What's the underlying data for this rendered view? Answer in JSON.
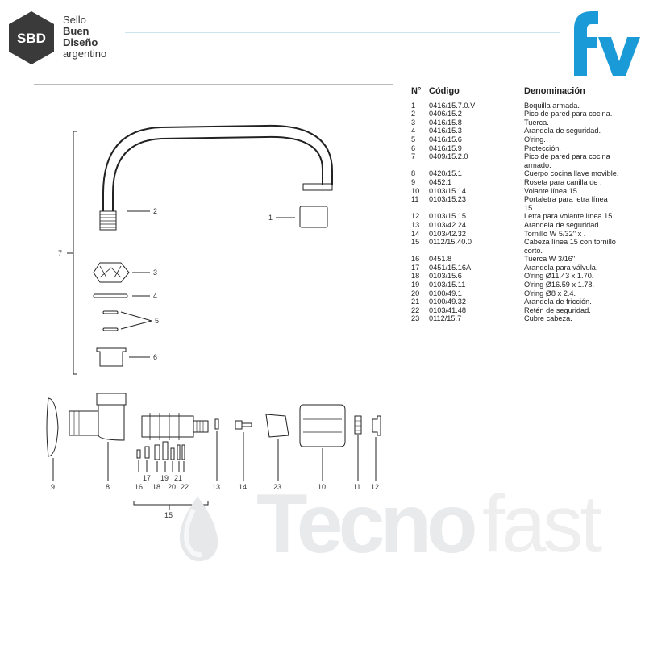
{
  "header": {
    "badge_text": "SBD",
    "sello_lines": [
      "Sello",
      "Buen",
      "Diseño",
      "argentino"
    ],
    "brand_logo": "fv"
  },
  "table": {
    "headers": [
      "N°",
      "Código",
      "Denominación"
    ],
    "rows": [
      [
        "1",
        "0416/15.7.0.V",
        "Boquilla armada."
      ],
      [
        "2",
        "0406/15.2",
        "Pico de pared para cocina."
      ],
      [
        "3",
        "0416/15.8",
        "Tuerca."
      ],
      [
        "4",
        "0416/15.3",
        "Arandela de seguridad."
      ],
      [
        "5",
        "0416/15.6",
        "O'ring."
      ],
      [
        "6",
        "0416/15.9",
        "Protección."
      ],
      [
        "7",
        "0409/15.2.0",
        "Pico de pared para cocina armado."
      ],
      [
        "8",
        "0420/15.1",
        "Cuerpo cocina llave movible."
      ],
      [
        "9",
        "0452.1",
        "Roseta para canilla de ."
      ],
      [
        "10",
        "0103/15.14",
        "Volante línea 15."
      ],
      [
        "11",
        "0103/15.23",
        "Portaletra para letra línea 15."
      ],
      [
        "12",
        "0103/15.15",
        "Letra para volante línea 15."
      ],
      [
        "13",
        "0103/42.24",
        "Arandela de seguridad."
      ],
      [
        "14",
        "0103/42.32",
        "Tornillo W 5/32\" x ."
      ],
      [
        "15",
        "0112/15.40.0",
        "Cabeza línea 15 con tornillo corto."
      ],
      [
        "16",
        "0451.8",
        "Tuerca W 3/16\"."
      ],
      [
        "17",
        "0451/15.16A",
        "Arandela para válvula."
      ],
      [
        "18",
        "0103/15.6",
        "O'ring Ø11.43 x 1.70."
      ],
      [
        "19",
        "0103/15.11",
        "O'ring Ø16.59 x 1.78."
      ],
      [
        "20",
        "0100/49.1",
        "O'ring Ø8 x 2.4."
      ],
      [
        "21",
        "0100/49.32",
        "Arandela de fricción."
      ],
      [
        "22",
        "0103/41.48",
        "Retén de seguridad."
      ],
      [
        "23",
        "0112/15.7",
        "Cubre cabeza."
      ]
    ]
  },
  "callouts": {
    "n1": "1",
    "n2": "2",
    "n3": "3",
    "n4": "4",
    "n5": "5",
    "n6": "6",
    "n7": "7",
    "n8": "8",
    "n9": "9",
    "n10": "10",
    "n11": "11",
    "n12": "12",
    "n13": "13",
    "n14": "14",
    "n15": "15",
    "n16": "16",
    "n17": "17",
    "n18": "18",
    "n19": "19",
    "n20": "20",
    "n21": "21",
    "n22": "22",
    "n23": "23"
  },
  "watermark": {
    "word_bold": "Tecno",
    "word_light": "fast"
  },
  "colors": {
    "fv_blue": "#1a9ad6",
    "badge": "#3a3a3a",
    "rule": "#cfe3ec"
  }
}
